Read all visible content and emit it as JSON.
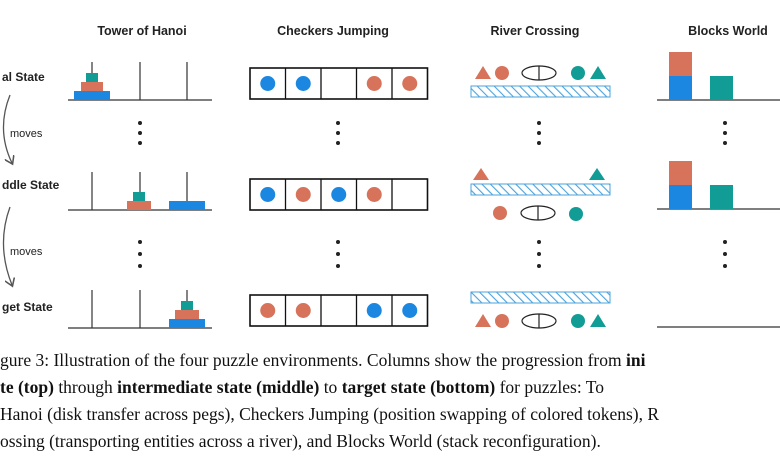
{
  "columns": [
    "Tower of Hanoi",
    "Checkers Jumping",
    "River Crossing",
    "Blocks World"
  ],
  "rows": [
    "al State",
    "ddle State",
    "get State"
  ],
  "moves_label": "moves",
  "colors": {
    "blue": "#1b87e0",
    "orange": "#d6735a",
    "teal": "#119c95",
    "hatch": "#4aa3dd"
  },
  "checkers": {
    "initial": [
      "blue",
      "blue",
      "empty",
      "orange",
      "orange"
    ],
    "middle": [
      "blue",
      "orange",
      "blue",
      "orange",
      "empty"
    ],
    "target": [
      "orange",
      "orange",
      "empty",
      "blue",
      "blue"
    ]
  },
  "caption": {
    "line1": {
      "t1": "gure 3: Illustration of the four puzzle environments. Columns show the progression from ",
      "b1": "ini"
    },
    "line2": {
      "b1": "te (top)",
      "t1": " through ",
      "b2": "intermediate state (middle)",
      "t2": " to ",
      "b3": "target state (bottom)",
      "t3": " for puzzles: To"
    },
    "line3": "Hanoi (disk transfer across pegs), Checkers Jumping (position swapping of colored tokens), R",
    "line4": "ossing (transporting entities across a river), and Blocks World (stack reconfiguration)."
  }
}
